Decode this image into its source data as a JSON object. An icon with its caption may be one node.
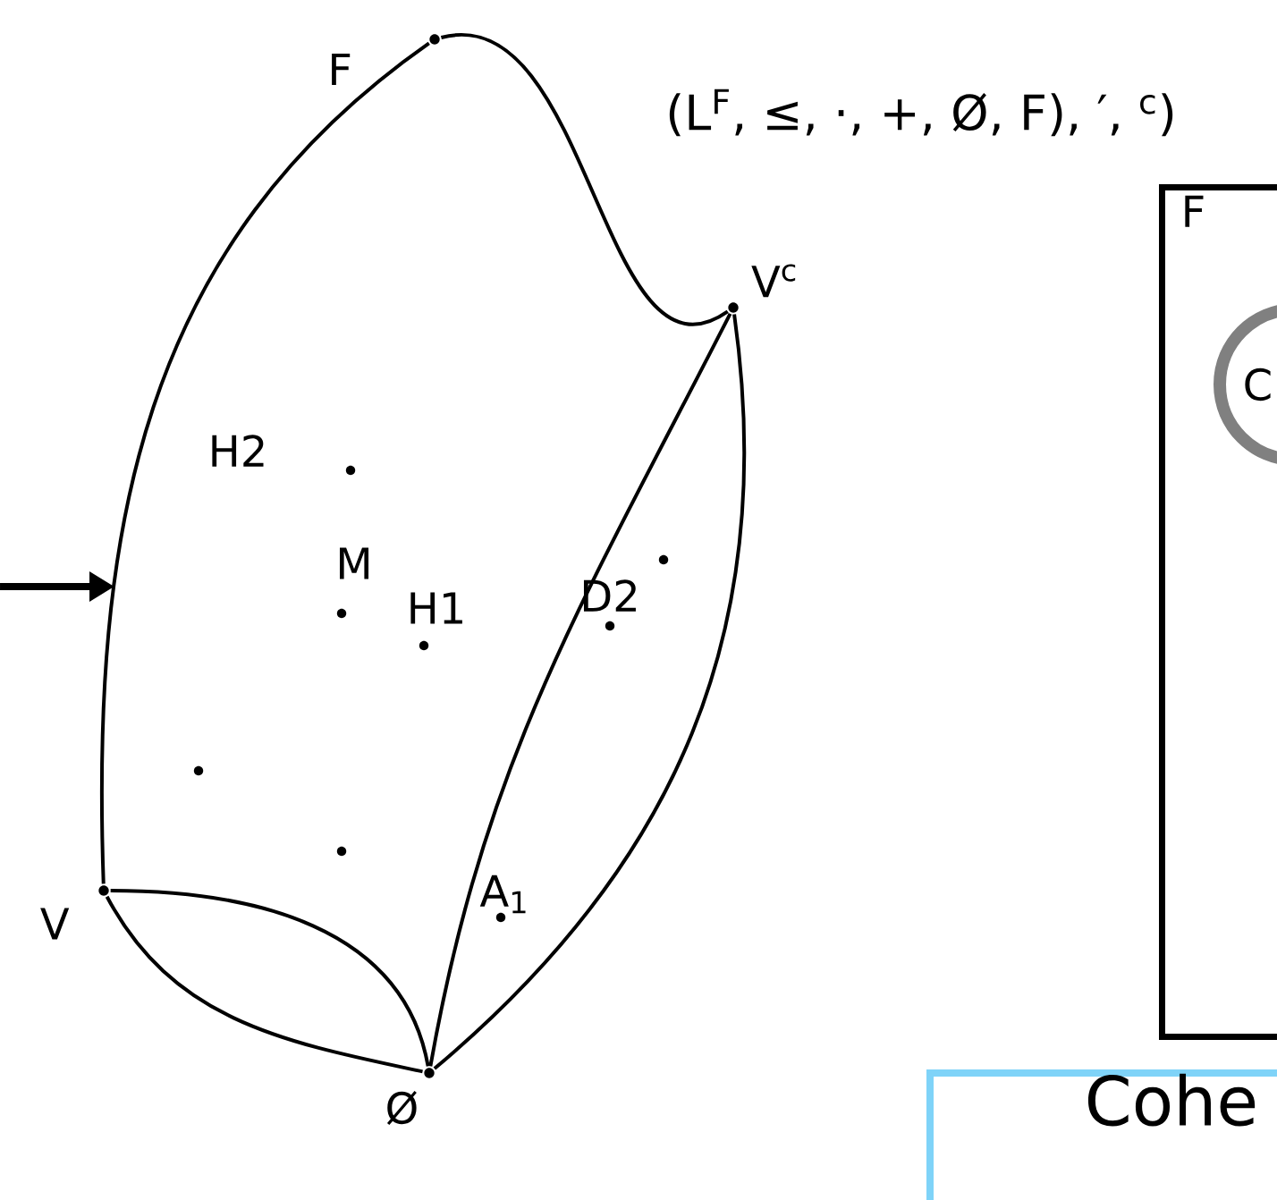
{
  "diagram": {
    "nodes": [
      {
        "text": [
          "F"
        ]
      },
      {
        "text": [
          "V$^{c}$"
        ]
      },
      {
        "text": [
          "V"
        ]
      },
      {
        "text": [
          "Ø"
        ]
      },
      {
        "text": [
          "F"
        ]
      },
      {
        "text": [
          "C"
        ],
        "in": 4
      },
      {
        "text": [
          "Cohe"
        ]
      }
    ],
    "edges": [
      {
        "from": 0,
        "to": 2,
        "arrow": "none"
      },
      {
        "from": 0,
        "to": 1,
        "arrow": "none"
      },
      {
        "from": 1,
        "to": 3,
        "arrow": "none"
      },
      {
        "from": 1,
        "to": 3,
        "arrow": "none"
      },
      {
        "from": 2,
        "to": 3,
        "arrow": "none"
      },
      {
        "from": 2,
        "to": 3,
        "arrow": "none"
      }
    ],
    "labels": [
      "(L$^{F}$, ≤, ·, +, Ø, F), ′, $^{c}$)",
      "H2",
      "M",
      "H1",
      "D2",
      "A$_{1}$"
    ]
  }
}
